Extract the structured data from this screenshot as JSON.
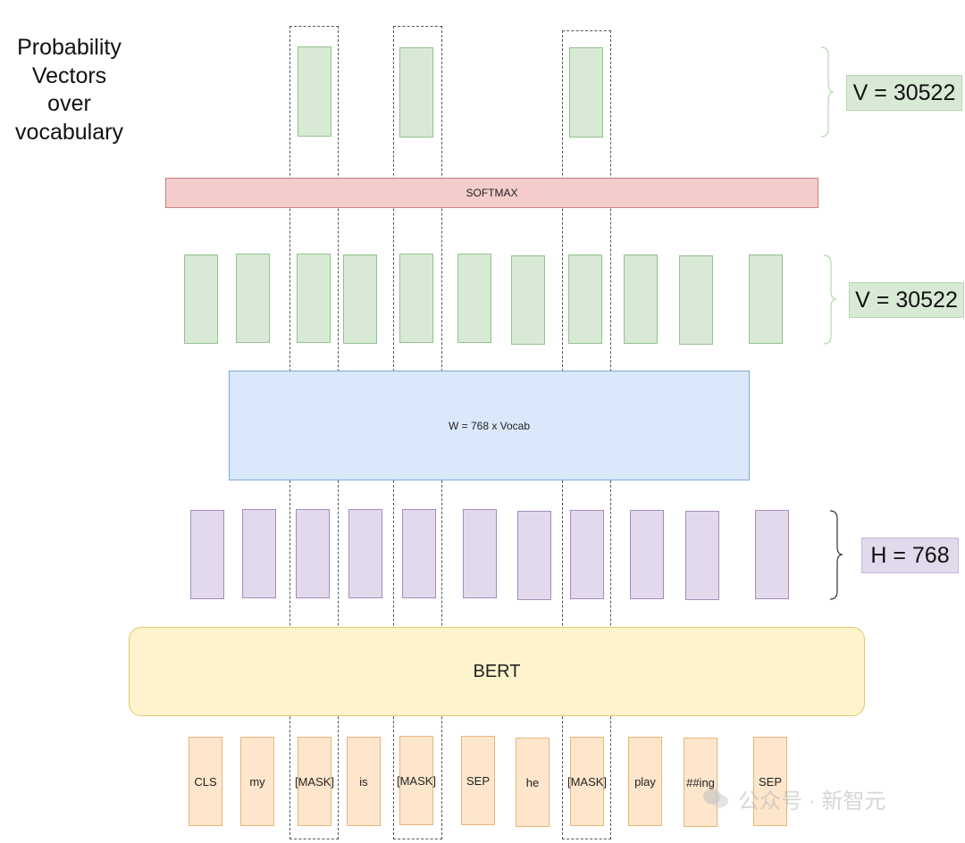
{
  "title": [
    "Probability",
    "Vectors",
    "over",
    "vocabulary"
  ],
  "softmax_label": "SOFTMAX",
  "weight_label": "W = 768 x Vocab",
  "bert_label": "BERT",
  "dim_labels": {
    "prob": "V = 30522",
    "logits": "V = 30522",
    "hidden": "H = 768"
  },
  "tokens": [
    "CLS",
    "my",
    "[MASK]",
    "is",
    "[MASK]",
    "SEP",
    "he",
    "[MASK]",
    "play",
    "##ing",
    "SEP"
  ],
  "masked_positions": [
    2,
    4,
    7
  ],
  "watermark": "公众号 · 新智元",
  "colors": {
    "probability": "#d8ead5",
    "softmax": "#f4cccc",
    "weight": "#dae8fb",
    "hidden": "#e3d9ec",
    "bert": "#fdf3cc",
    "token": "#fde6cc"
  }
}
